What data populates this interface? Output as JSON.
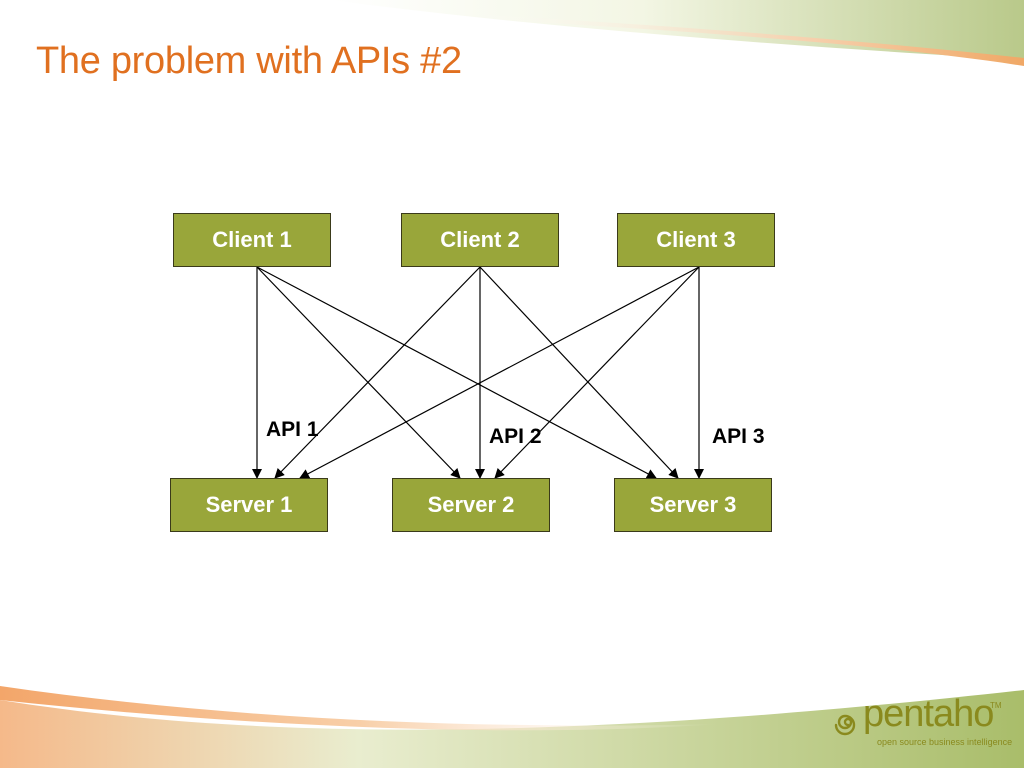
{
  "slide": {
    "title": "The problem with APIs #2"
  },
  "diagram": {
    "clients": [
      "Client 1",
      "Client 2",
      "Client 3"
    ],
    "servers": [
      "Server 1",
      "Server 2",
      "Server 3"
    ],
    "apis": [
      "API 1",
      "API 2",
      "API 3"
    ],
    "edges": [
      {
        "from": "Client 1",
        "to": "Server 1"
      },
      {
        "from": "Client 1",
        "to": "Server 2"
      },
      {
        "from": "Client 1",
        "to": "Server 3"
      },
      {
        "from": "Client 2",
        "to": "Server 1"
      },
      {
        "from": "Client 2",
        "to": "Server 2"
      },
      {
        "from": "Client 2",
        "to": "Server 3"
      },
      {
        "from": "Client 3",
        "to": "Server 1"
      },
      {
        "from": "Client 3",
        "to": "Server 2"
      },
      {
        "from": "Client 3",
        "to": "Server 3"
      }
    ]
  },
  "logo": {
    "name": "pentaho",
    "trademark": "TM",
    "tagline": "open source business intelligence"
  },
  "colors": {
    "title": "#e07020",
    "node_fill": "#99a63a",
    "node_text": "#ffffff",
    "logo": "#8a8a1e"
  }
}
